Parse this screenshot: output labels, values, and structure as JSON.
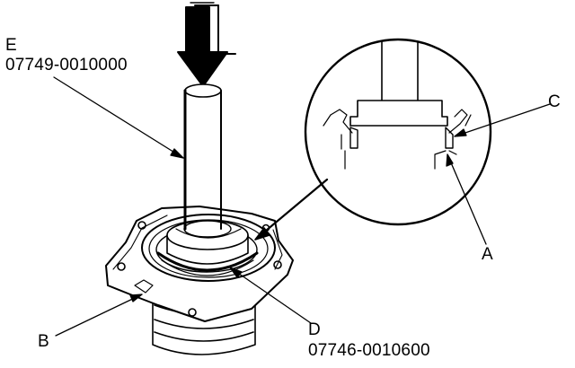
{
  "labels": {
    "e": "E",
    "e_part": "07749-0010000",
    "c": "C",
    "a": "A",
    "b": "B",
    "d": "D",
    "d_part": "07746-0010600"
  },
  "colors": {
    "ink": "#000000",
    "paper": "#ffffff"
  }
}
